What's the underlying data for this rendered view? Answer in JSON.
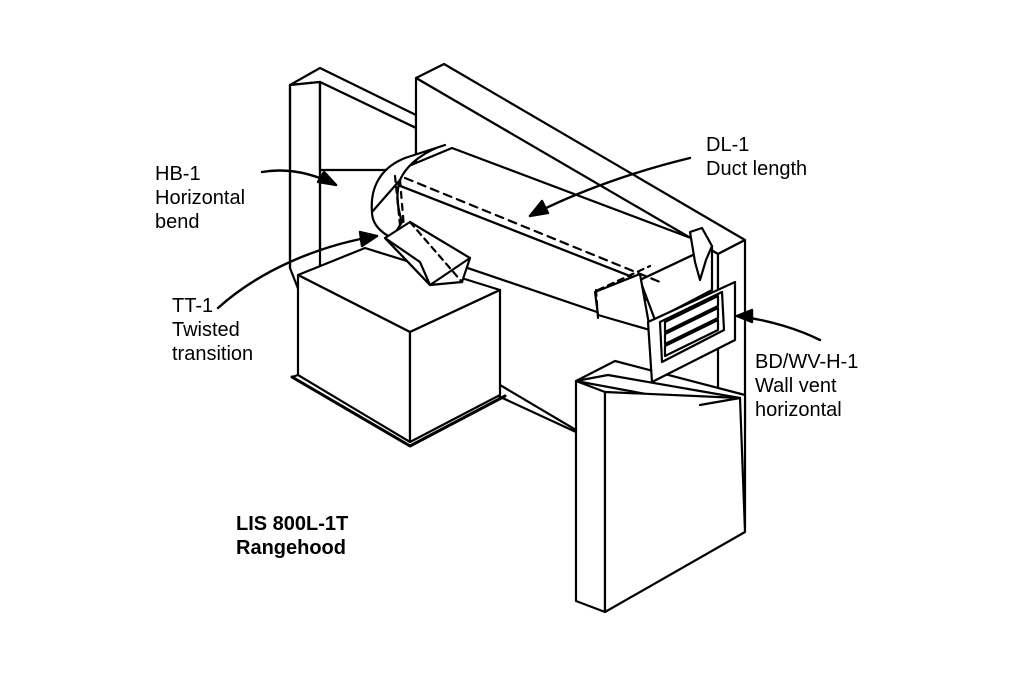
{
  "labels": {
    "hb": {
      "code": "HB-1",
      "line1": "Horizontal",
      "line2": "bend"
    },
    "tt": {
      "code": "TT-1",
      "line1": "Twisted",
      "line2": "transition"
    },
    "dl": {
      "code": "DL-1",
      "line1": "Duct length"
    },
    "bd": {
      "code": "BD/WV-H-1",
      "line1": "Wall vent",
      "line2": "horizontal"
    }
  },
  "caption": {
    "line1": "LIS 800L-1T",
    "line2": "Rangehood"
  },
  "colors": {
    "ink": "#000000",
    "paper": "#ffffff"
  }
}
